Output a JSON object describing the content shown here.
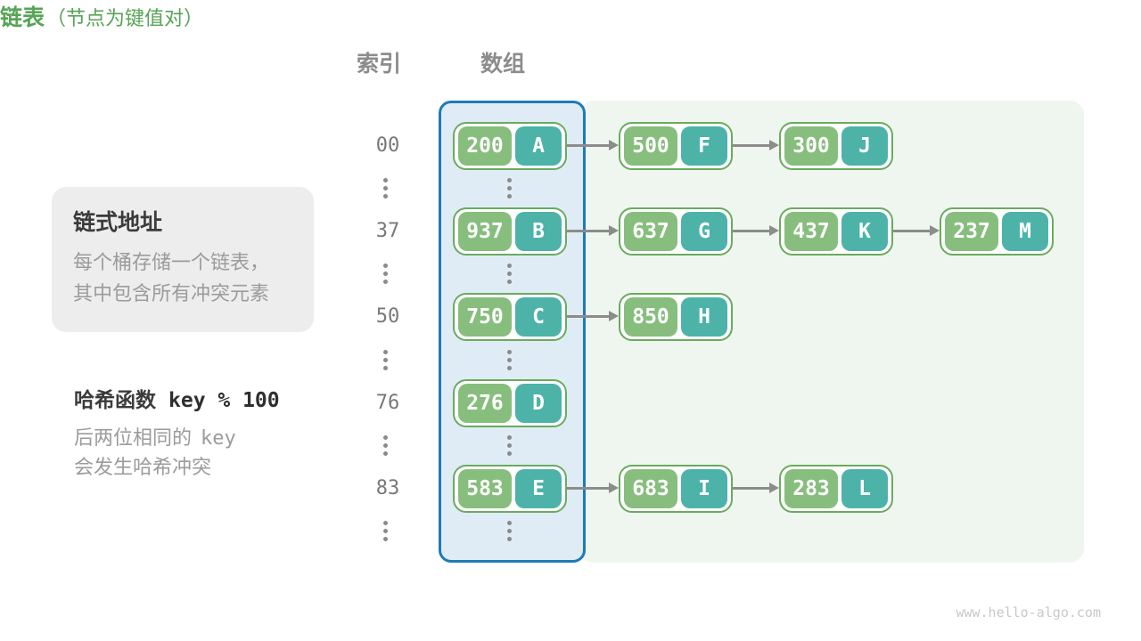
{
  "headers": {
    "index": "索引",
    "array": "数组",
    "list": "链表",
    "list_note": "（节点为键值对）"
  },
  "info_box": {
    "title": "链式地址",
    "line1": "每个桶存储一个链表，",
    "line2": "其中包含所有冲突元素"
  },
  "hash_note": {
    "title": "哈希函数",
    "formula": "key % 100",
    "line2_text": "后两位相同的",
    "line2_code": "key",
    "line3_text": "会发生哈希冲突"
  },
  "rows": [
    {
      "index": "00",
      "bucket": {
        "key": "200",
        "value": "A"
      },
      "chain": [
        {
          "key": "500",
          "value": "F"
        },
        {
          "key": "300",
          "value": "J"
        }
      ]
    },
    {
      "index": "37",
      "bucket": {
        "key": "937",
        "value": "B"
      },
      "chain": [
        {
          "key": "637",
          "value": "G"
        },
        {
          "key": "437",
          "value": "K"
        },
        {
          "key": "237",
          "value": "M"
        }
      ]
    },
    {
      "index": "50",
      "bucket": {
        "key": "750",
        "value": "C"
      },
      "chain": [
        {
          "key": "850",
          "value": "H"
        }
      ]
    },
    {
      "index": "76",
      "bucket": {
        "key": "276",
        "value": "D"
      },
      "chain": []
    },
    {
      "index": "83",
      "bucket": {
        "key": "583",
        "value": "E"
      },
      "chain": [
        {
          "key": "683",
          "value": "I"
        },
        {
          "key": "283",
          "value": "L"
        }
      ]
    }
  ],
  "ellipsis_symbol": "⋮",
  "watermark": "www.hello-algo.com",
  "colors": {
    "array_panel_border": "#1e7ab7",
    "array_panel_fill": "#dfecf6",
    "list_panel_fill": "#eff6ef",
    "node_border": "#69ab5e",
    "key_fill": "#87be7d",
    "value_fill": "#4db3a9",
    "arrow": "#8c8c8c",
    "header_gray": "#8c8c8c",
    "header_green": "#56a456",
    "text_dark": "#3b3b3b",
    "text_gray": "#9b9b9b"
  }
}
